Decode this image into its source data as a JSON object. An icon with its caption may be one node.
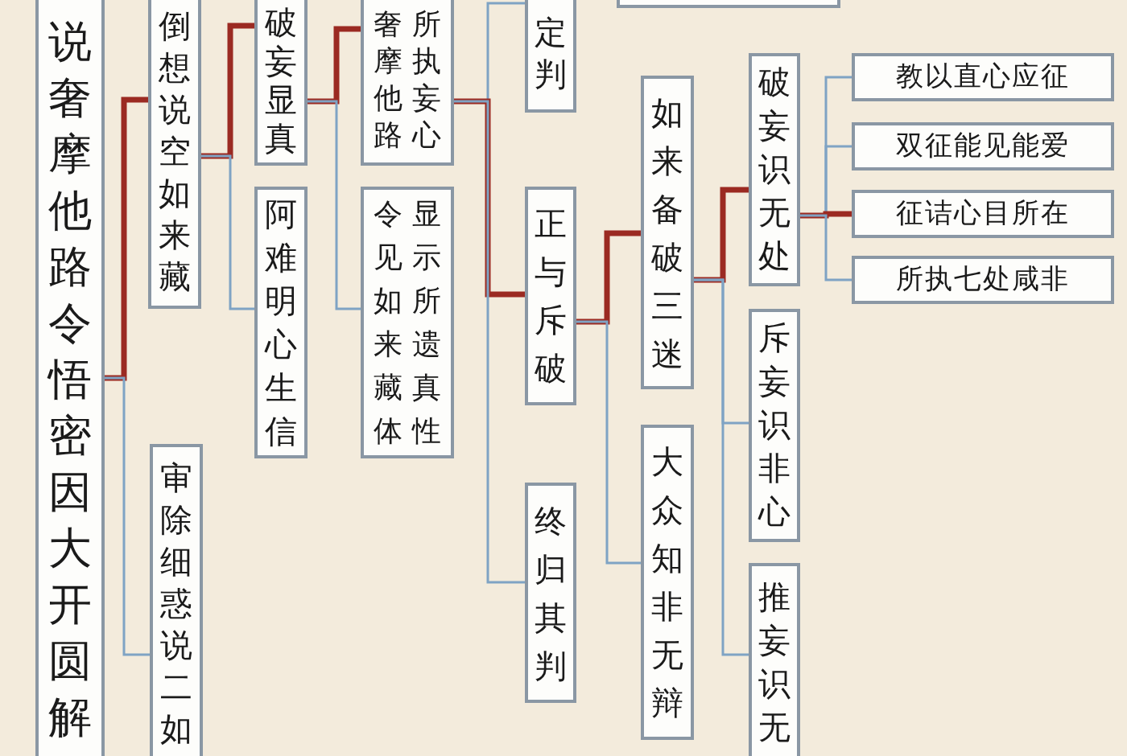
{
  "diagram": {
    "nodes": [
      {
        "text": [
          "说奢摩他路令悟密因大开圆解"
        ]
      },
      {
        "text": [
          "倒想说空如来藏"
        ]
      },
      {
        "text": [
          "审除细惑说二如"
        ]
      },
      {
        "text": [
          "破妄显真"
        ]
      },
      {
        "text": [
          "阿难明心生信"
        ]
      },
      {
        "text": [
          "奢摩他路",
          "所执妄心"
        ]
      },
      {
        "text": [
          "令见如来藏体",
          "显示所遗真性"
        ]
      },
      {
        "text": [
          "定判"
        ]
      },
      {
        "text": [
          "正与斥破"
        ]
      },
      {
        "text": [
          "终归其判"
        ]
      },
      {
        "text": [
          "如来备破三迷"
        ]
      },
      {
        "text": [
          "大众知非无辩"
        ]
      },
      {
        "text": [
          "破妄识无处"
        ]
      },
      {
        "text": [
          "斥妄识非心"
        ]
      },
      {
        "text": [
          "推妄识无"
        ]
      },
      {
        "text": [
          "教以直心应征"
        ]
      },
      {
        "text": [
          "双征能见能爱"
        ]
      },
      {
        "text": [
          "征诘心目所在"
        ]
      },
      {
        "text": [
          "所执七处咸非"
        ]
      },
      {
        "text": [],
        "shape": "box"
      }
    ],
    "edges": [
      {
        "from": 0,
        "to": 1,
        "arrow": "none",
        "style": "thick",
        "color": "#9b2a22"
      },
      {
        "from": 0,
        "to": 2,
        "arrow": "none"
      },
      {
        "from": 1,
        "to": 3,
        "arrow": "none",
        "style": "thick",
        "color": "#9b2a22"
      },
      {
        "from": 1,
        "to": 4,
        "arrow": "none"
      },
      {
        "from": 3,
        "to": 5,
        "arrow": "none",
        "style": "thick",
        "color": "#9b2a22"
      },
      {
        "from": 3,
        "to": 6,
        "arrow": "none"
      },
      {
        "from": 5,
        "to": 7,
        "arrow": "none"
      },
      {
        "from": 5,
        "to": 8,
        "arrow": "none",
        "style": "thick",
        "color": "#9b2a22"
      },
      {
        "from": 5,
        "to": 9,
        "arrow": "none"
      },
      {
        "from": 8,
        "to": 10,
        "arrow": "none",
        "style": "thick",
        "color": "#9b2a22"
      },
      {
        "from": 8,
        "to": 11,
        "arrow": "none"
      },
      {
        "from": 10,
        "to": 12,
        "arrow": "none",
        "style": "thick",
        "color": "#9b2a22"
      },
      {
        "from": 10,
        "to": 13,
        "arrow": "none"
      },
      {
        "from": 10,
        "to": 14,
        "arrow": "none"
      },
      {
        "from": 12,
        "to": 15,
        "arrow": "none"
      },
      {
        "from": 12,
        "to": 16,
        "arrow": "none"
      },
      {
        "from": 12,
        "to": 17,
        "arrow": "none",
        "style": "thick",
        "color": "#9b2a22"
      },
      {
        "from": 12,
        "to": 18,
        "arrow": "none"
      }
    ]
  }
}
